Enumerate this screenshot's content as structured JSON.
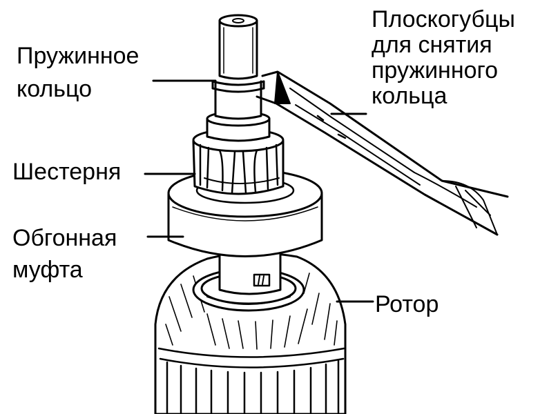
{
  "labels": {
    "spring_ring": [
      "Пружинное",
      "кольцо"
    ],
    "pliers": [
      "Плоскогубцы",
      "для снятия",
      "пружинного",
      "кольца"
    ],
    "gear": [
      "Шестерня"
    ],
    "overrunning_clutch": [
      "Обгонная",
      "муфта"
    ],
    "rotor": [
      "Ротор"
    ]
  }
}
